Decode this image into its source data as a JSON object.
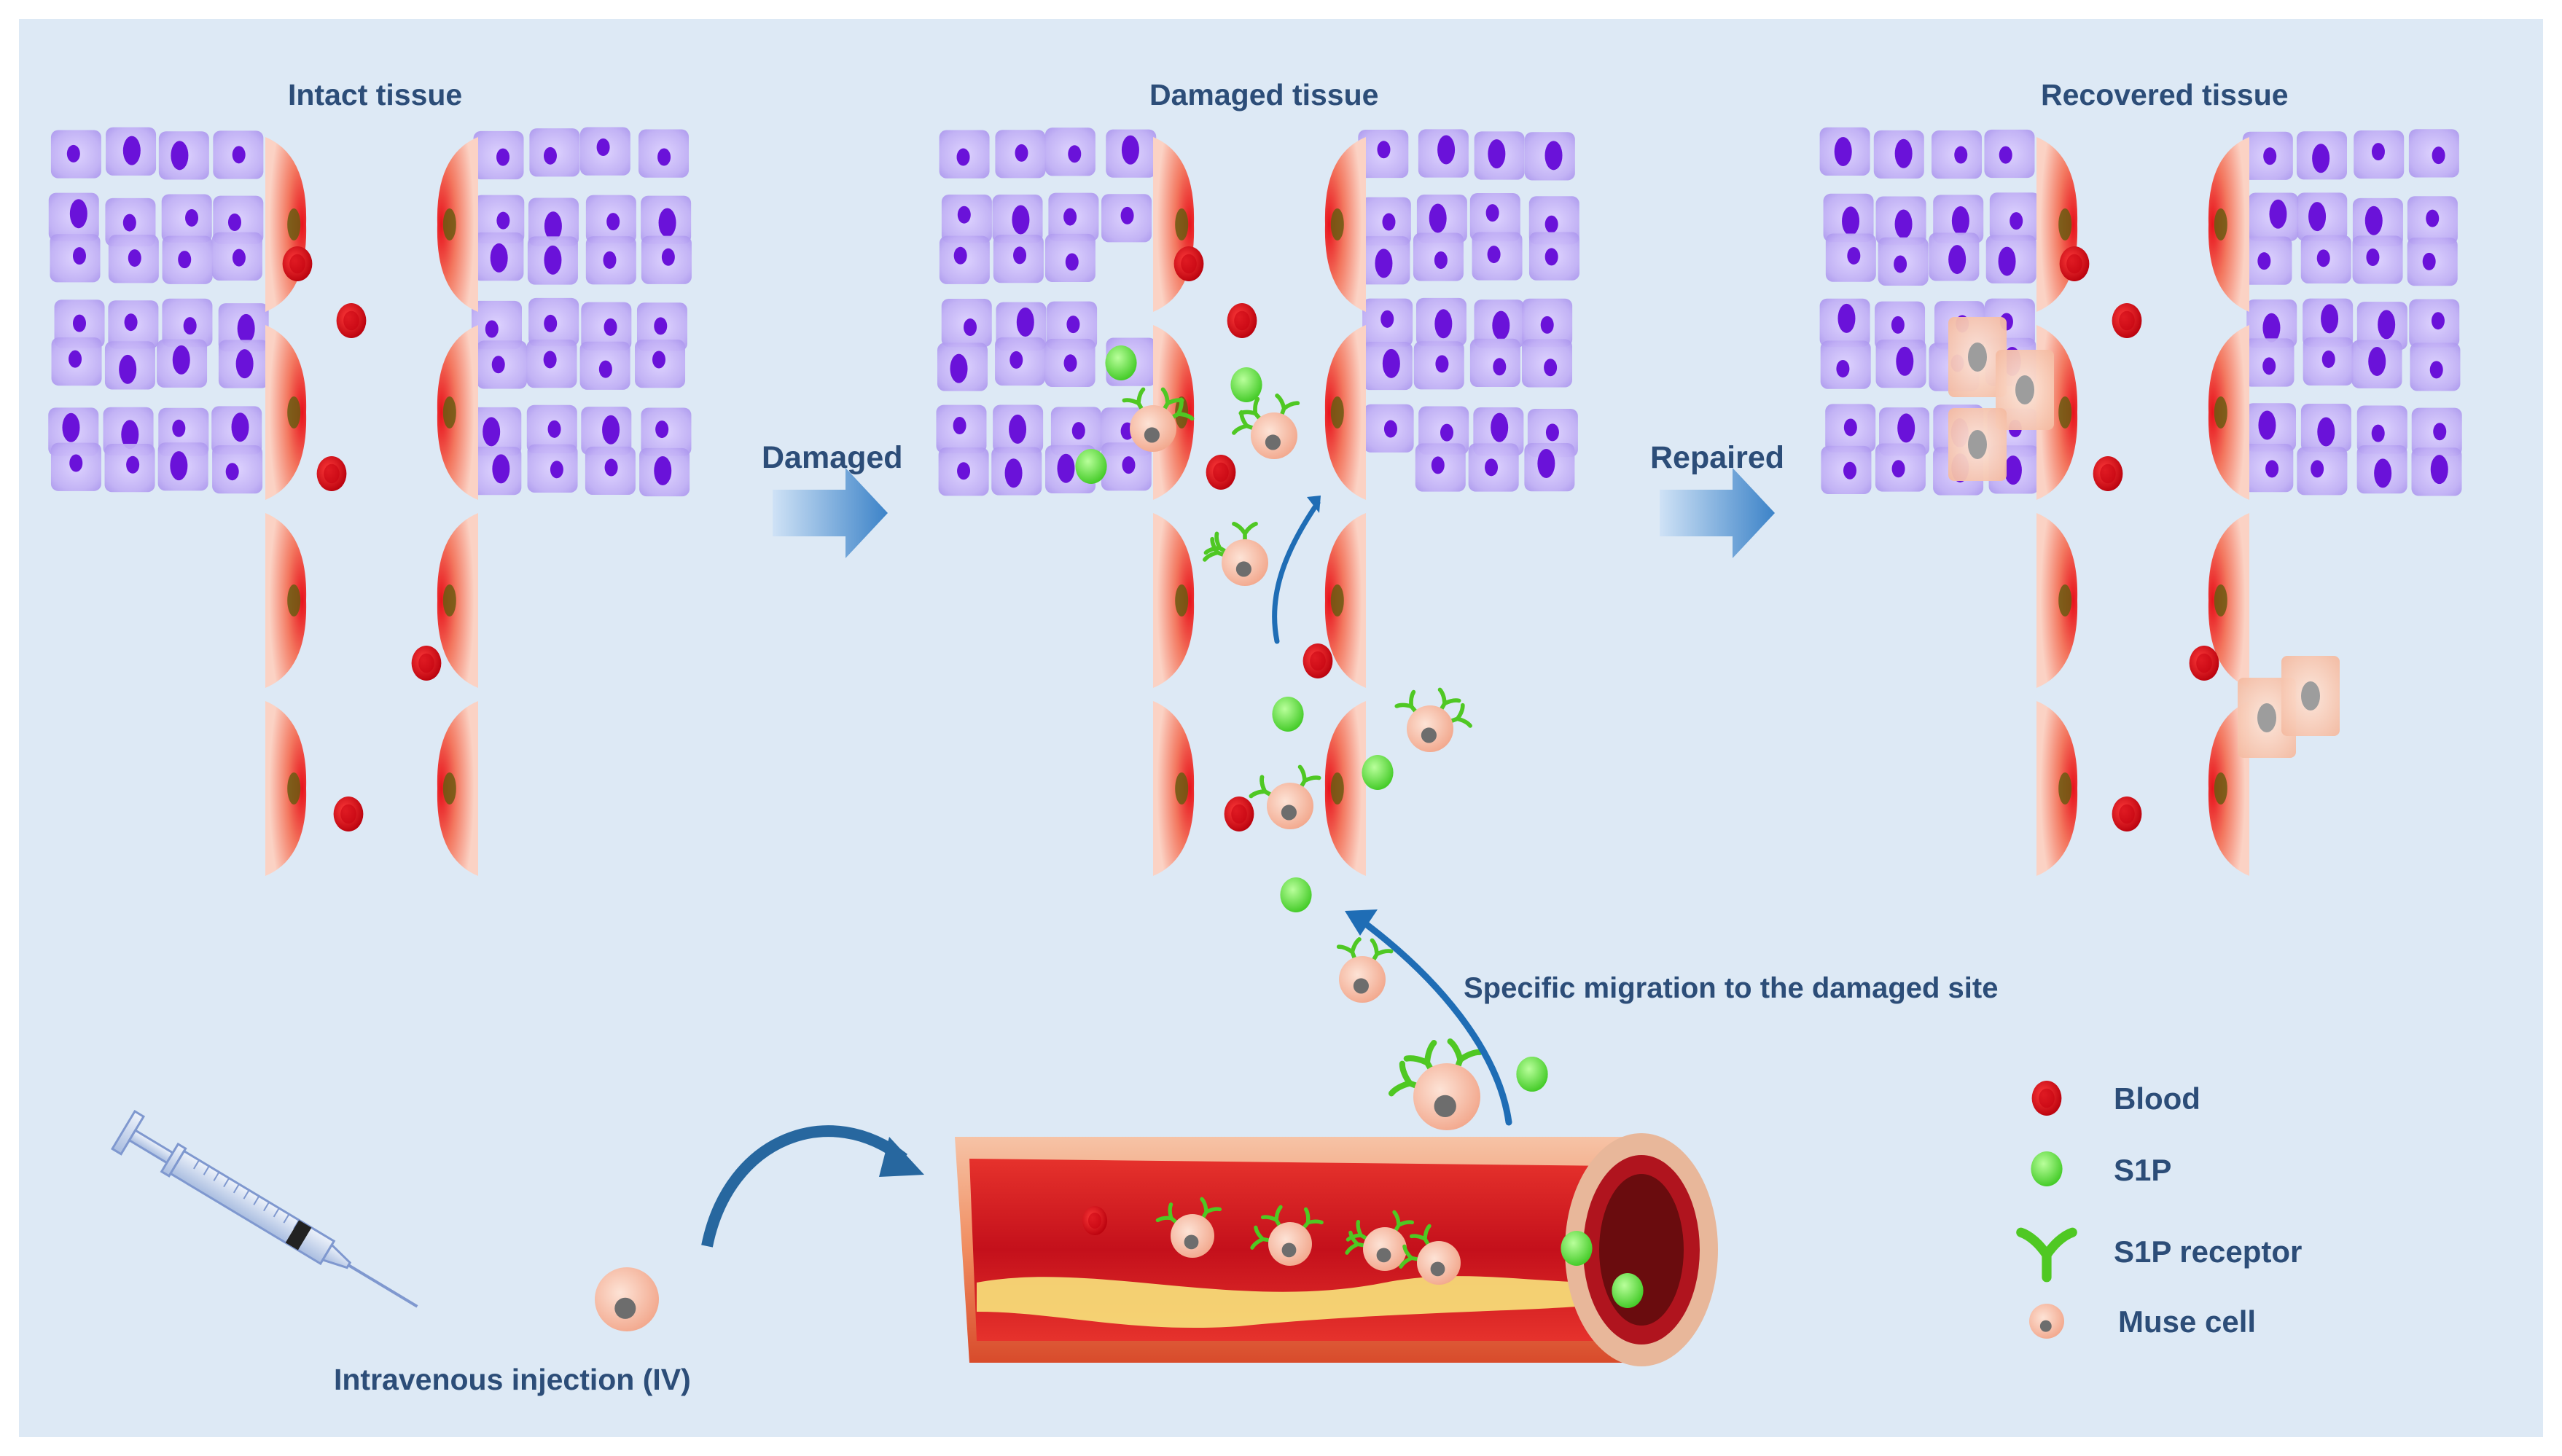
{
  "panels": {
    "intact": "Intact tissue",
    "damaged": "Damaged tissue",
    "recovered": "Recovered tissue"
  },
  "transitions": {
    "damaged": "Damaged",
    "repaired": "Repaired"
  },
  "annotations": {
    "migration": "Specific migration to the damaged site",
    "injection": "Intravenous injection (IV)"
  },
  "legend": [
    {
      "label": "Blood",
      "icon": "red-blood-cell-icon",
      "color": "#d90012"
    },
    {
      "label": "S1P",
      "icon": "s1p-molecule-icon",
      "color": "#6fe04a"
    },
    {
      "label": "S1P receptor",
      "icon": "s1p-receptor-icon",
      "color": "#55cc2a"
    },
    {
      "label": "Muse cell",
      "icon": "muse-cell-icon",
      "color": "#f6b9a0"
    }
  ],
  "colors": {
    "background": "#dde9f5",
    "text": "#2c4d78",
    "tissue_cell": "#b9a6f2",
    "nucleus": "#6a12d9",
    "blood": "#d90012",
    "s1p": "#6fe04a",
    "arrow": "#2b6fb3"
  }
}
